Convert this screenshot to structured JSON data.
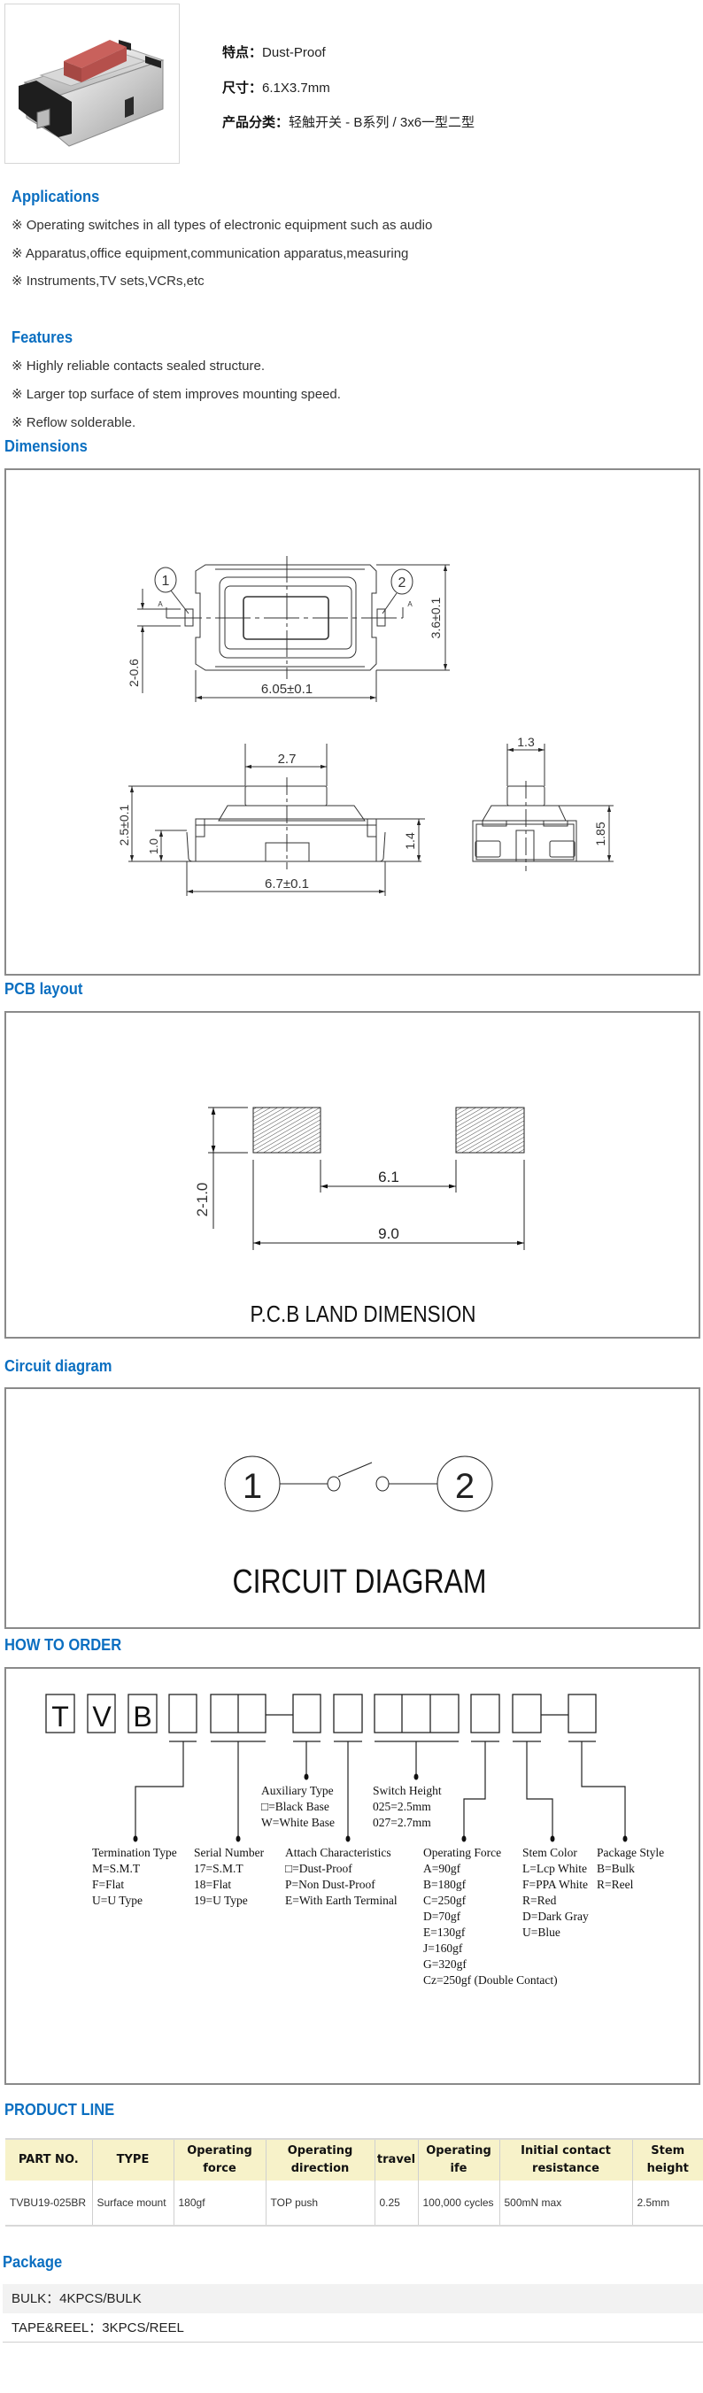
{
  "specs": [
    {
      "label": "特点：",
      "value": "Dust-Proof"
    },
    {
      "label": "尺寸：",
      "value": "6.1X3.7mm"
    },
    {
      "label": "产品分类：",
      "value": "轻触开关 - B系列 / 3x6一型二型"
    }
  ],
  "applications": {
    "title": "Applications",
    "items": [
      "※ Operating switches in all types of electronic equipment such as audio",
      "※ Apparatus,office equipment,communication apparatus,measuring",
      "※ Instruments,TV sets,VCRs,etc"
    ]
  },
  "features": {
    "title": "Features",
    "items": [
      "※ Highly reliable contacts sealed structure.",
      "※ Larger top surface of stem improves mounting speed.",
      "※ Reflow solderable."
    ]
  },
  "dimensions": {
    "title": "Dimensions",
    "labels": {
      "pin1": "1",
      "pin2": "2",
      "a_left": "A",
      "a_right": "A",
      "terminal_width": "2-0.6",
      "body_height": "3.6±0.1",
      "body_width": "6.05±0.1",
      "stem_width": "2.7",
      "total_height": "2.5±0.1",
      "leg_height": "1.0",
      "base_height": "1.4",
      "total_width": "6.7±0.1",
      "stem_side": "1.3",
      "side_height": "1.85"
    }
  },
  "pcb": {
    "title": "PCB layout",
    "pad": "2-1.0",
    "inner": "6.1",
    "outer": "9.0",
    "caption": "P.C.B LAND DIMENSION"
  },
  "circuit": {
    "title": "Circuit diagram",
    "pin1": "1",
    "pin2": "2",
    "caption": "CIRCUIT DIAGRAM"
  },
  "order": {
    "title": "HOW TO ORDER",
    "prefix": [
      "T",
      "V",
      "B"
    ],
    "groups": [
      {
        "title": "Termination Type",
        "options": [
          "M=S.M.T",
          "F=Flat",
          "U=U Type"
        ]
      },
      {
        "title": "Serial Number",
        "options": [
          "17=S.M.T",
          "18=Flat",
          "19=U Type"
        ]
      },
      {
        "title": "Auxiliary Type",
        "options": [
          "□=Black Base",
          "W=White Base"
        ]
      },
      {
        "title": "Attach Characteristics",
        "options": [
          "□=Dust-Proof",
          "P=Non Dust-Proof",
          "E=With Earth Terminal"
        ]
      },
      {
        "title": "Switch Height",
        "options": [
          "025=2.5mm",
          "027=2.7mm"
        ]
      },
      {
        "title": "Operating Force",
        "options": [
          "A=90gf",
          "B=180gf",
          "C=250gf",
          "D=70gf",
          "E=130gf",
          "J=160gf",
          "G=320gf",
          "Cz=250gf (Double Contact)"
        ]
      },
      {
        "title": "Stem Color",
        "options": [
          "L=Lcp White",
          "F=PPA White",
          "R=Red",
          "D=Dark Gray",
          "U=Blue"
        ]
      },
      {
        "title": "Package Style",
        "options": [
          "B=Bulk",
          "R=Reel"
        ]
      }
    ]
  },
  "product_line": {
    "title": "PRODUCT LINE",
    "headers": [
      "PART NO.",
      "TYPE",
      "Operating force",
      "Operating direction",
      "travel",
      "Operating ife",
      "Initial contact resistance",
      "Stem height"
    ],
    "rows": [
      [
        "TVBU19-025BR",
        "Surface mount",
        "180gf",
        "TOP push",
        "0.25",
        "100,000 cycles",
        "500mN max",
        "2.5mm"
      ]
    ]
  },
  "package": {
    "title": "Package",
    "items": [
      "BULK：4KPCS/BULK",
      "TAPE&REEL：3KPCS/REEL"
    ]
  },
  "colors": {
    "heading": "#0b6fc1",
    "table_header_bg": "#f7f2c9",
    "stem_red": "#b5504c"
  }
}
